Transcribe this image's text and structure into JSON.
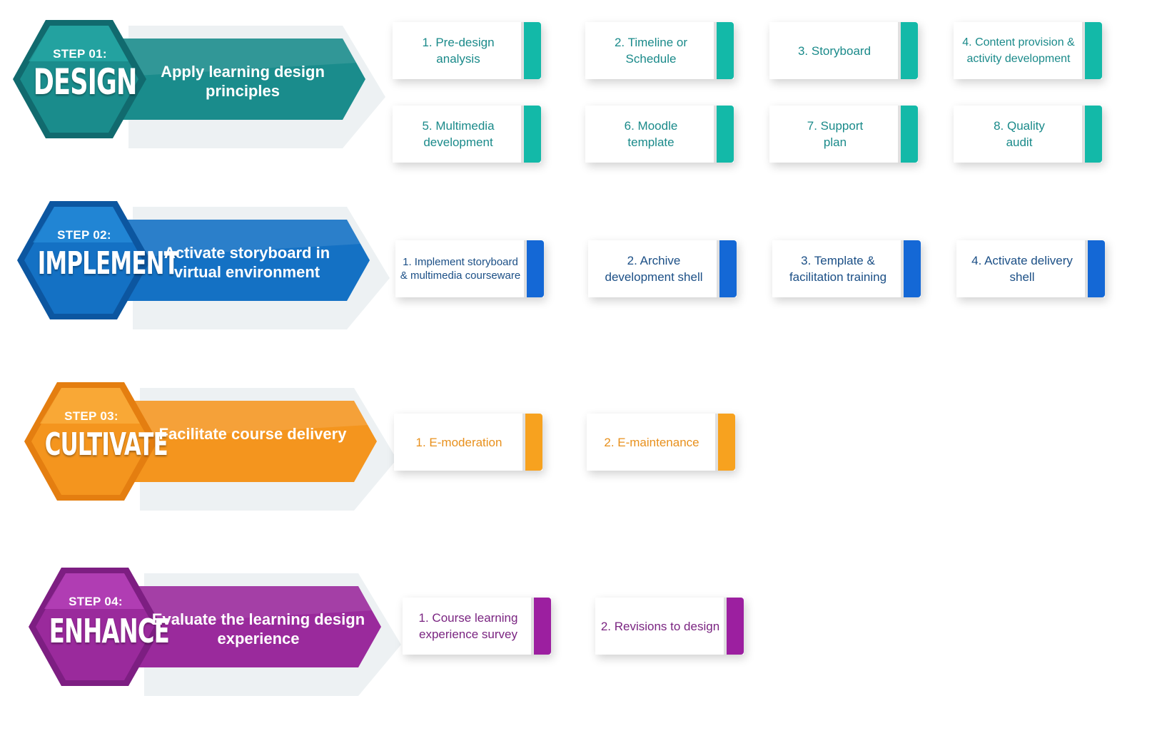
{
  "steps": [
    {
      "step_label": "STEP 01:",
      "name": "DESIGN",
      "description": "Apply learning design principles",
      "color_main": "#1a8c8c",
      "color_dark": "#116a6e",
      "color_light": "#2ab0ad",
      "card_text_color": "#1a8a8a",
      "tab_color": "#13b9a8",
      "items": [
        "1. Pre-design analysis",
        "2. Timeline or Schedule",
        "3. Storyboard",
        "4. Content provision & activity development",
        "5. Multimedia development",
        "6. Moodle template",
        "7. Support plan",
        "8. Quality audit"
      ]
    },
    {
      "step_label": "STEP 02:",
      "name": "IMPLEMENT",
      "description": "Activate storyboard in virtual environment",
      "color_main": "#1471c4",
      "color_dark": "#0c56a0",
      "color_light": "#2a93e0",
      "card_text_color": "#1b4f86",
      "tab_color": "#1468d6",
      "items": [
        "1. Implement storyboard & multimedia courseware",
        "2. Archive development shell",
        "3. Template & facilitation training",
        "4. Activate delivery shell"
      ]
    },
    {
      "step_label": "STEP 03:",
      "name": "CULTIVATE",
      "description": "Facilitate course delivery",
      "color_main": "#f4951e",
      "color_dark": "#e47e10",
      "color_light": "#fbb040",
      "card_text_color": "#e8901c",
      "tab_color": "#f7a21f",
      "items": [
        "1. E-moderation",
        "2. E-maintenance"
      ]
    },
    {
      "step_label": "STEP 04:",
      "name": "ENHANCE",
      "description": "Evaluate the learning design experience",
      "color_main": "#9a2a9c",
      "color_dark": "#7d1e82",
      "color_light": "#c04bc3",
      "card_text_color": "#7a2481",
      "tab_color": "#9c1fa0",
      "items": [
        "1. Course learning experience survey",
        "2. Revisions to design"
      ]
    }
  ]
}
